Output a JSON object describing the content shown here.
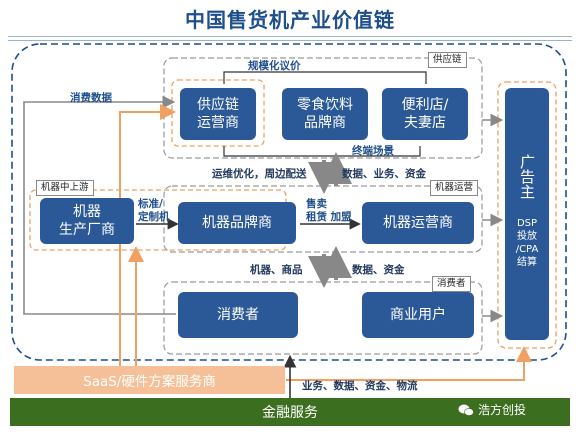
{
  "title": "中国售货机产业价值链",
  "groups": {
    "supply_chain": "供应链",
    "machine_upstream": "机器中上游",
    "machine_ops": "机器运营",
    "consumer": "消费者"
  },
  "nodes": {
    "supply_chain_ops": "供应链\n运营商",
    "snack_brand": "零食饮料\n品牌商",
    "convenience_store": "便利店/\n夫妻店",
    "machine_maker": "机器\n生产厂商",
    "machine_brand": "机器品牌商",
    "machine_operator": "机器运营商",
    "consumers": "消费者",
    "commercial_users": "商业用户",
    "advertiser": "广告主",
    "advertiser_sub": "DSP\n投放\n/CPA\n结算"
  },
  "labels": {
    "scale_pricing": "规模化议价",
    "consumption_data": "消费数据",
    "terminal_scenes": "终端场景",
    "ops_optimize": "运维优化，周边配送",
    "data_biz_funds_top": "数据、业务、资金",
    "standard_custom": "标准/\n定制机",
    "sell_rent_join": "售卖\n租赁 加盟",
    "machine_goods": "机器、商品",
    "data_funds": "数据、资金",
    "flows_bottom": "业务、数据、资金、物流"
  },
  "bars": {
    "saas": "SaaS/硬件方案服务商",
    "finance": "金融服务",
    "brand": "浩方创投"
  },
  "colors": {
    "node_blue": "#2b5896",
    "title_blue": "#1f4e8c",
    "saas_orange": "#f5c097",
    "finance_green": "#3c6e1f",
    "dash_orange": "#f0a060",
    "dash_gray": "#9a9a9a"
  }
}
